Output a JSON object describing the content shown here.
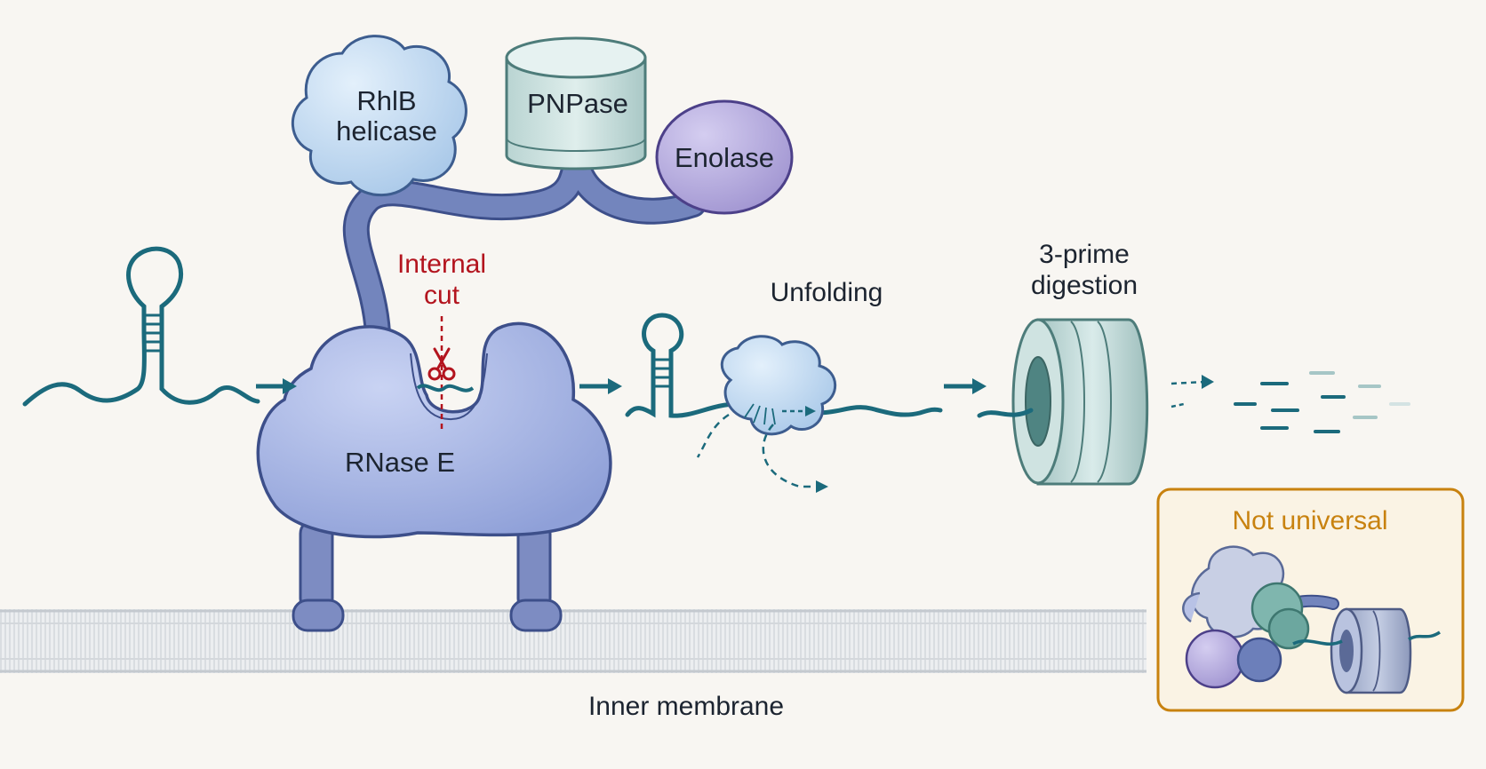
{
  "labels": {
    "rhlb_line1": "RhlB",
    "rhlb_line2": "helicase",
    "pnpase": "PNPase",
    "enolase": "Enolase",
    "internal_line1": "Internal",
    "internal_line2": "cut",
    "rnase_e": "RNase E",
    "unfolding": "Unfolding",
    "three_prime_line1": "3-prime",
    "three_prime_line2": "digestion",
    "not_universal": "Not universal",
    "inner_membrane": "Inner membrane"
  },
  "colors": {
    "background": "#f8f6f2",
    "rna": "#1b6a7c",
    "rnase_e": "#a9b8e6",
    "linker": "#6f7fb4",
    "helicase": "#bcd8f0",
    "pnpase": "#cfe3e1",
    "enolase": "#b3a8dc",
    "cut_red": "#b3141e",
    "orange": "#c8820f",
    "membrane": "#d9dde1"
  },
  "icons": {
    "scissors": "scissors-icon",
    "arrow": "arrow-right-icon"
  }
}
